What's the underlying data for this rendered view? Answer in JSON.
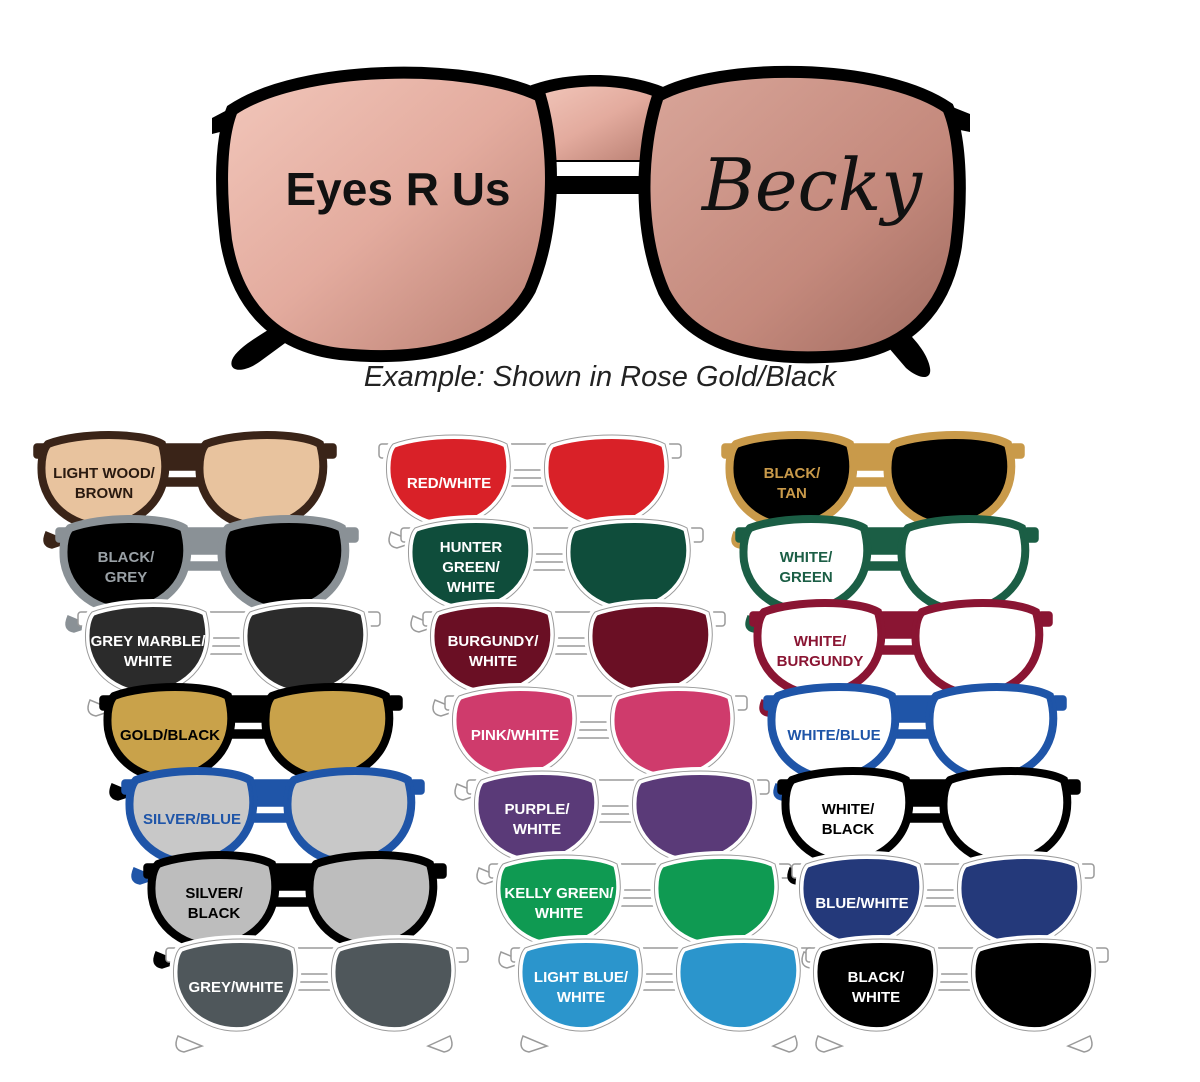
{
  "hero": {
    "left_lens_text": "Eyes R Us",
    "right_lens_text": "Becky",
    "caption": "Example: Shown in Rose Gold/Black",
    "lens_color": "#e8b3a6",
    "lens_shade": "#c98e82",
    "frame_color": "#000000"
  },
  "columns": [
    [
      {
        "label": [
          "LIGHT WOOD/",
          "BROWN"
        ],
        "lens": "#e8c39e",
        "frame": "#3a2418",
        "text": "#2a1a10"
      },
      {
        "label": [
          "BLACK/",
          "GREY"
        ],
        "lens": "#000000",
        "frame": "#8a9196",
        "text": "#9aa1a6"
      },
      {
        "label": [
          "GREY MARBLE/",
          "WHITE"
        ],
        "lens": "#2b2b2b",
        "frame": "#ffffff",
        "text": "#ffffff"
      },
      {
        "label": [
          "GOLD/BLACK"
        ],
        "lens": "#c9a24a",
        "frame": "#000000",
        "text": "#000000"
      },
      {
        "label": [
          "SILVER/BLUE"
        ],
        "lens": "#c8c8c8",
        "frame": "#1f55a8",
        "text": "#1f55a8"
      },
      {
        "label": [
          "SILVER/",
          "BLACK"
        ],
        "lens": "#bdbdbd",
        "frame": "#000000",
        "text": "#000000"
      },
      {
        "label": [
          "GREY/WHITE"
        ],
        "lens": "#4f575b",
        "frame": "#ffffff",
        "text": "#ffffff"
      }
    ],
    [
      {
        "label": [
          "RED/WHITE"
        ],
        "lens": "#d92128",
        "frame": "#ffffff",
        "text": "#ffffff"
      },
      {
        "label": [
          "HUNTER",
          "GREEN/",
          "WHITE"
        ],
        "lens": "#0f4d3b",
        "frame": "#ffffff",
        "text": "#ffffff"
      },
      {
        "label": [
          "BURGUNDY/",
          "WHITE"
        ],
        "lens": "#6a0f24",
        "frame": "#ffffff",
        "text": "#ffffff"
      },
      {
        "label": [
          "PINK/WHITE"
        ],
        "lens": "#cf3b6c",
        "frame": "#ffffff",
        "text": "#ffffff"
      },
      {
        "label": [
          "PURPLE/",
          "WHITE"
        ],
        "lens": "#5a3a78",
        "frame": "#ffffff",
        "text": "#ffffff"
      },
      {
        "label": [
          "KELLY GREEN/",
          "WHITE"
        ],
        "lens": "#0f9a52",
        "frame": "#ffffff",
        "text": "#ffffff"
      },
      {
        "label": [
          "LIGHT BLUE/",
          "WHITE"
        ],
        "lens": "#2b95cc",
        "frame": "#ffffff",
        "text": "#ffffff"
      }
    ],
    [
      {
        "label": [
          "BLACK/",
          "TAN"
        ],
        "lens": "#000000",
        "frame": "#c99a4a",
        "text": "#c99a4a"
      },
      {
        "label": [
          "WHITE/",
          "GREEN"
        ],
        "lens": "#ffffff",
        "frame": "#1b5e45",
        "text": "#1b5e45"
      },
      {
        "label": [
          "WHITE/",
          "BURGUNDY"
        ],
        "lens": "#ffffff",
        "frame": "#8a1533",
        "text": "#8a1533"
      },
      {
        "label": [
          "WHITE/BLUE"
        ],
        "lens": "#ffffff",
        "frame": "#1f55a8",
        "text": "#1f55a8"
      },
      {
        "label": [
          "WHITE/",
          "BLACK"
        ],
        "lens": "#ffffff",
        "frame": "#000000",
        "text": "#000000"
      },
      {
        "label": [
          "BLUE/WHITE"
        ],
        "lens": "#24397a",
        "frame": "#ffffff",
        "text": "#ffffff"
      },
      {
        "label": [
          "BLACK/",
          "WHITE"
        ],
        "lens": "#000000",
        "frame": "#ffffff",
        "text": "#ffffff"
      }
    ]
  ]
}
